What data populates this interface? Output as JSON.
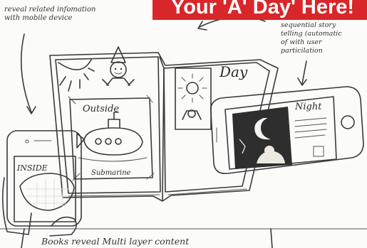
{
  "banner": {
    "title": "Your 'A' Day' Here!",
    "bg_color": "#d8262a",
    "text_color": "#ffffff"
  },
  "notes": {
    "left_line1": "reveal related infomation",
    "left_line2": "with mobile device",
    "right_line1": "sequential story",
    "right_line2": "telling (automatic",
    "right_line3": "of with user",
    "right_line4": "particilation"
  },
  "book": {
    "left_page_label": "Outside",
    "left_page_sub": "Submarine",
    "right_page_label": "Day"
  },
  "devices": {
    "phone_left_label": "INSIDE",
    "phone_right_label": "Night"
  },
  "caption": "Books reveal Multi layer content"
}
